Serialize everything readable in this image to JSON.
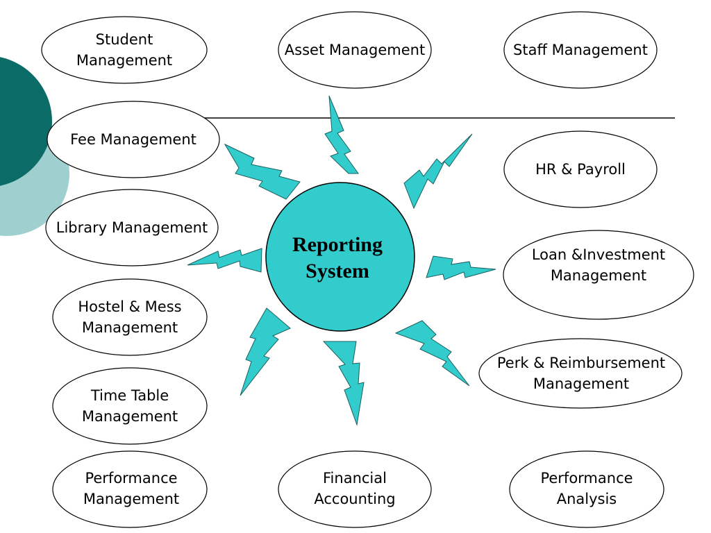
{
  "colors": {
    "accent_dark": "#0b6b66",
    "accent_light": "#9fcfcf",
    "center_fill": "#33cccc",
    "bolt_fill": "#33cccc",
    "outline": "#000000"
  },
  "center": {
    "title": "Reporting\nSystem"
  },
  "modules": [
    {
      "label": "Student\nManagement"
    },
    {
      "label": "Asset Management"
    },
    {
      "label": "Staff Management"
    },
    {
      "label": "Fee Management"
    },
    {
      "label": "HR & Payroll"
    },
    {
      "label": "Library Management"
    },
    {
      "label": "Loan &Investment\nManagement"
    },
    {
      "label": "Hostel & Mess\nManagement"
    },
    {
      "label": "Perk & Reimbursement\nManagement"
    },
    {
      "label": "Time Table\nManagement"
    },
    {
      "label": "Performance\nManagement"
    },
    {
      "label": "Financial\nAccounting"
    },
    {
      "label": "Performance\nAnalysis"
    }
  ]
}
